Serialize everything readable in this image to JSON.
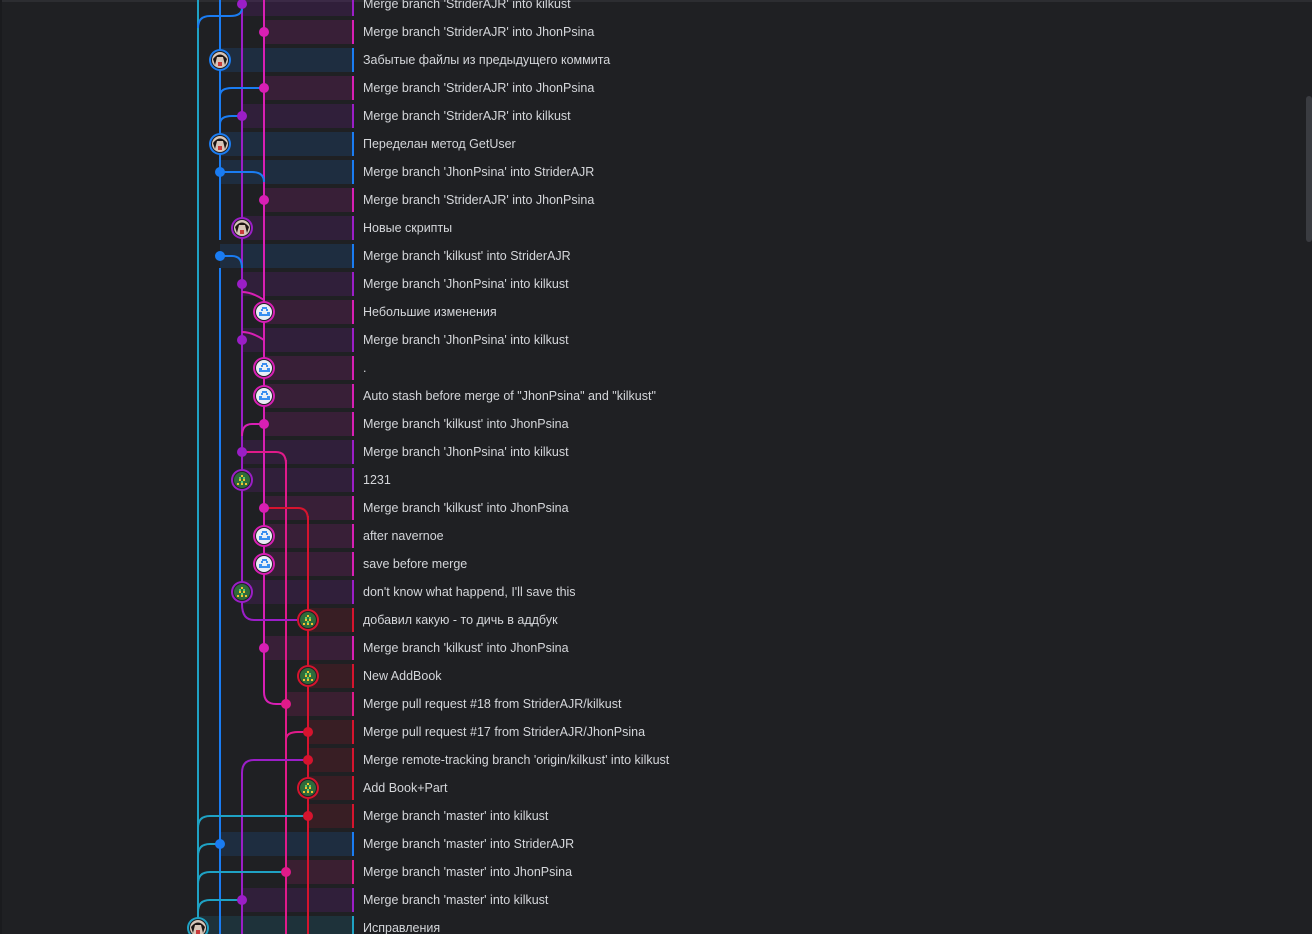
{
  "colors": {
    "background": "#1f2023",
    "lane_teal": "#1fa2c4",
    "lane_blue": "#1a7cf2",
    "lane_purple": "#9b1ec7",
    "lane_magenta": "#d81fb4",
    "lane_pink": "#e01a8a",
    "lane_red": "#d6142e",
    "text": "#d4d6da"
  },
  "commits": [
    {
      "message": "Merge branch 'StriderAJR' into kilkust",
      "lane": "purple",
      "avatar": "dot"
    },
    {
      "message": "Merge branch 'StriderAJR' into JhonPsina",
      "lane": "magenta",
      "avatar": "dot"
    },
    {
      "message": "Забытые файлы из предыдущего коммита",
      "lane": "blue",
      "avatar": "anime"
    },
    {
      "message": "Merge branch 'StriderAJR' into JhonPsina",
      "lane": "magenta",
      "avatar": "dot"
    },
    {
      "message": "Merge branch 'StriderAJR' into kilkust",
      "lane": "purple",
      "avatar": "dot"
    },
    {
      "message": "Переделан метод GetUser",
      "lane": "blue",
      "avatar": "anime"
    },
    {
      "message": "Merge branch 'JhonPsina' into StriderAJR",
      "lane": "blue",
      "avatar": "dot"
    },
    {
      "message": "Merge branch 'StriderAJR' into JhonPsina",
      "lane": "magenta",
      "avatar": "dot"
    },
    {
      "message": "Новые скрипты",
      "lane": "purple",
      "avatar": "anime"
    },
    {
      "message": "Merge branch 'kilkust' into StriderAJR",
      "lane": "blue",
      "avatar": "dot"
    },
    {
      "message": "Merge branch 'JhonPsina' into kilkust",
      "lane": "purple",
      "avatar": "dot"
    },
    {
      "message": "Небольшие изменения",
      "lane": "magenta",
      "avatar": "pixel-blue"
    },
    {
      "message": "Merge branch 'JhonPsina' into kilkust",
      "lane": "purple",
      "avatar": "dot"
    },
    {
      "message": ".",
      "lane": "magenta",
      "avatar": "pixel-blue"
    },
    {
      "message": "Auto stash before merge of \"JhonPsina\" and \"kilkust\"",
      "lane": "magenta",
      "avatar": "pixel-blue"
    },
    {
      "message": "Merge branch 'kilkust' into JhonPsina",
      "lane": "magenta",
      "avatar": "dot"
    },
    {
      "message": "Merge branch 'JhonPsina' into kilkust",
      "lane": "purple",
      "avatar": "dot"
    },
    {
      "message": "1231",
      "lane": "purple",
      "avatar": "pixel-green"
    },
    {
      "message": "Merge branch 'kilkust' into JhonPsina",
      "lane": "magenta",
      "avatar": "dot"
    },
    {
      "message": "after navernoe",
      "lane": "magenta",
      "avatar": "pixel-blue"
    },
    {
      "message": "save before merge",
      "lane": "magenta",
      "avatar": "pixel-blue"
    },
    {
      "message": "don't know what happend, I'll save this",
      "lane": "purple",
      "avatar": "pixel-green"
    },
    {
      "message": "добавил какую - то дичь в аддбук",
      "lane": "red",
      "avatar": "pixel-green"
    },
    {
      "message": "Merge branch 'kilkust' into JhonPsina",
      "lane": "magenta",
      "avatar": "dot"
    },
    {
      "message": "New AddBook",
      "lane": "red",
      "avatar": "pixel-green"
    },
    {
      "message": "Merge pull request #18 from StriderAJR/kilkust",
      "lane": "pink",
      "avatar": "dot"
    },
    {
      "message": "Merge pull request #17 from StriderAJR/JhonPsina",
      "lane": "red",
      "avatar": "dot"
    },
    {
      "message": "Merge remote-tracking branch 'origin/kilkust' into kilkust",
      "lane": "red",
      "avatar": "dot"
    },
    {
      "message": "Add Book+Part",
      "lane": "red",
      "avatar": "pixel-green"
    },
    {
      "message": "Merge branch 'master' into kilkust",
      "lane": "red",
      "avatar": "dot"
    },
    {
      "message": "Merge branch 'master' into StriderAJR",
      "lane": "blue",
      "avatar": "dot"
    },
    {
      "message": "Merge branch 'master' into JhonPsina",
      "lane": "pink",
      "avatar": "dot"
    },
    {
      "message": "Merge branch 'master' into kilkust",
      "lane": "purple",
      "avatar": "dot"
    },
    {
      "message": "Исправления",
      "lane": "teal",
      "avatar": "anime"
    }
  ]
}
